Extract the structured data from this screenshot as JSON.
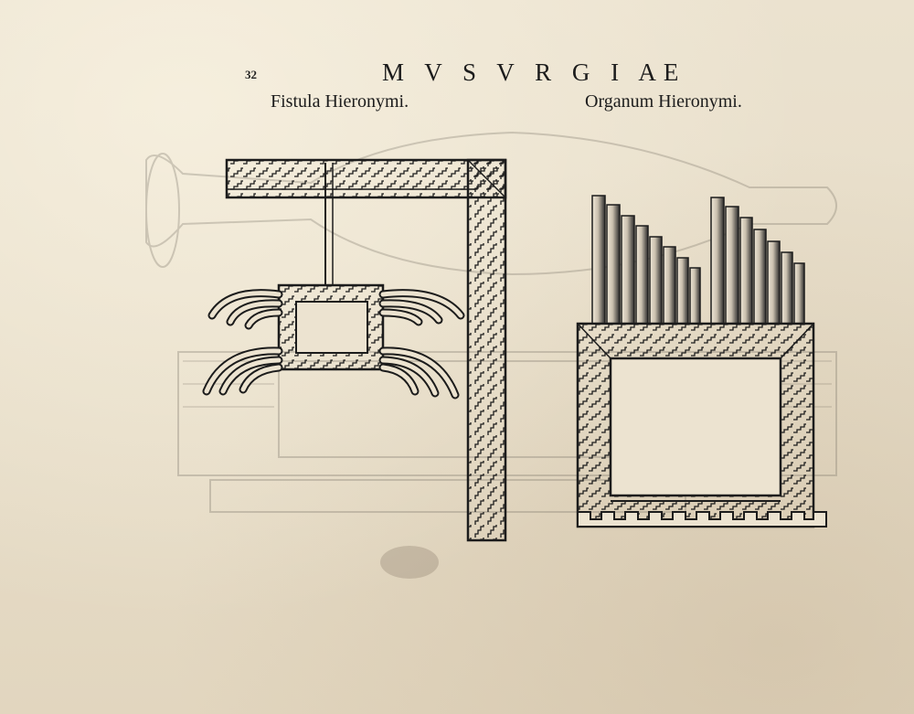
{
  "header": {
    "page_number": "32",
    "running_head": "M V S V R G I AE"
  },
  "figures": [
    {
      "id": "fistula",
      "caption": "Fistula Hieronymi."
    },
    {
      "id": "organum",
      "caption": "Organum Hieronymi."
    }
  ],
  "colors": {
    "paper": "#e8decb",
    "ink": "#1c1c1c",
    "bleed_through": "#b3ab9c"
  }
}
